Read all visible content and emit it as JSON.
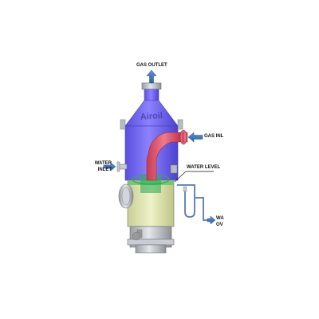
{
  "brand": "Airoil",
  "labels": {
    "gas_outlet": "GAS OUTLET",
    "gas_inlet": "GAS INL",
    "water_inlet_1": "WATER",
    "water_inlet_2": "INLET",
    "water_level": "WATER LEVEL",
    "water_outlet_1": "WA",
    "water_outlet_2": "OV"
  },
  "colors": {
    "vessel_gas": "#6a5cf0",
    "vessel_shell": "#c9ccd3",
    "hot_pipe": "#e0556b",
    "water_zone": "#dfe5b0",
    "water_surface": "#63c76e",
    "arrow": "#3f77b8",
    "brand_text": "#4a3fae"
  }
}
